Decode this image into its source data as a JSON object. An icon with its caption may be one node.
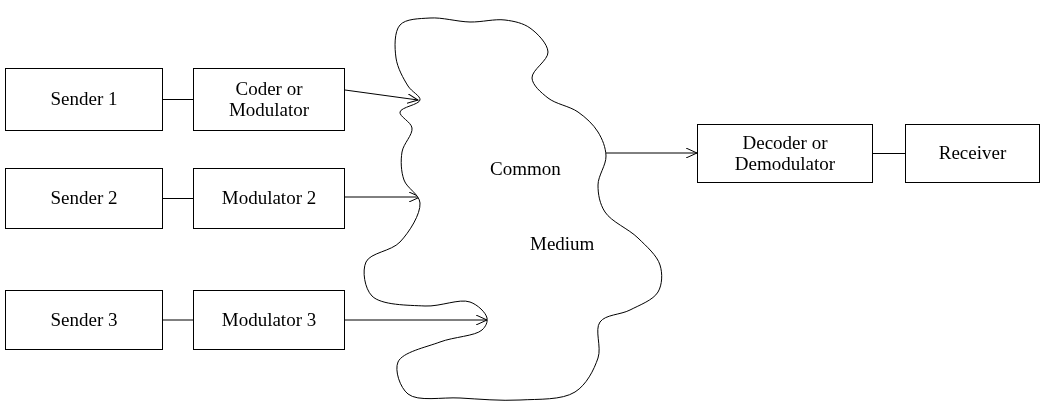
{
  "diagram": {
    "nodes": [
      {
        "text": [
          "Sender 1"
        ]
      },
      {
        "text": [
          "Coder or Modulator"
        ]
      },
      {
        "text": [
          "Sender 2"
        ]
      },
      {
        "text": [
          "Modulator 2"
        ]
      },
      {
        "text": [
          "Sender 3"
        ]
      },
      {
        "text": [
          "Modulator 3"
        ]
      },
      {
        "text": [
          "Common",
          "Medium"
        ]
      },
      {
        "text": [
          "Decoder or Demodulator"
        ]
      },
      {
        "text": [
          "Receiver"
        ]
      }
    ],
    "edges": [
      {
        "from": 0,
        "to": 1,
        "arrow": "none"
      },
      {
        "from": 1,
        "to": 6,
        "arrow": "to"
      },
      {
        "from": 2,
        "to": 3,
        "arrow": "none"
      },
      {
        "from": 3,
        "to": 6,
        "arrow": "to"
      },
      {
        "from": 4,
        "to": 5,
        "arrow": "none"
      },
      {
        "from": 5,
        "to": 6,
        "arrow": "to"
      },
      {
        "from": 6,
        "to": 7,
        "arrow": "to"
      },
      {
        "from": 7,
        "to": 8,
        "arrow": "none"
      }
    ]
  }
}
